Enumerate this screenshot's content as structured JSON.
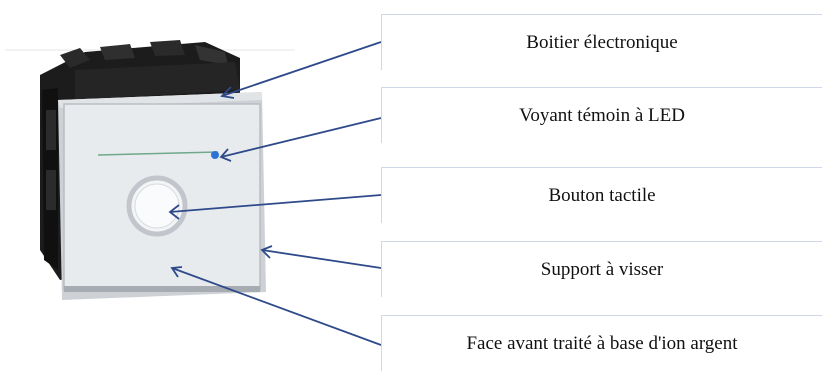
{
  "labels": [
    "Boitier électronique",
    "Voyant témoin à LED",
    "Bouton tactile",
    "Support à visser",
    "Face avant traité à base d'ion argent"
  ],
  "colors": {
    "arrow": "#2e4a8a",
    "housing": "#1a1a1a",
    "face": "#e9ecef",
    "led": "#2b74d6"
  }
}
